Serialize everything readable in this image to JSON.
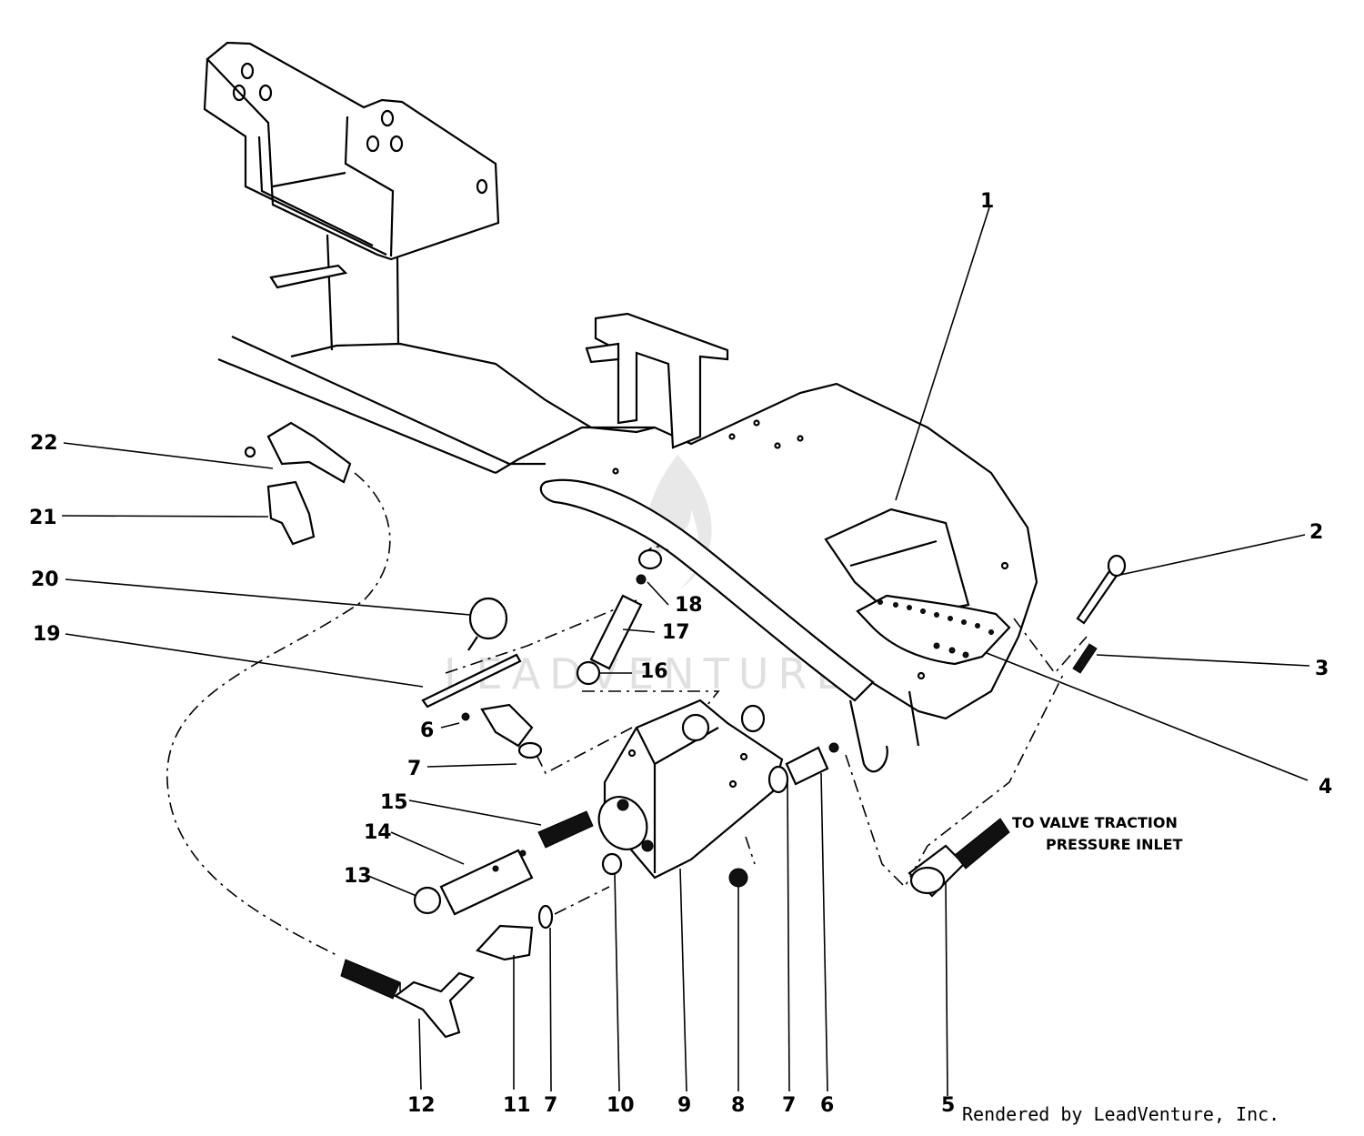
{
  "callouts": {
    "c1": "1",
    "c2": "2",
    "c3": "3",
    "c4": "4",
    "c5": "5",
    "c6a": "6",
    "c6b": "6",
    "c7a": "7",
    "c7b": "7",
    "c7c": "7",
    "c8": "8",
    "c9": "9",
    "c10": "10",
    "c11": "11",
    "c12": "12",
    "c13": "13",
    "c14": "14",
    "c15": "15",
    "c16": "16",
    "c17": "17",
    "c18": "18",
    "c19": "19",
    "c20": "20",
    "c21": "21",
    "c22": "22"
  },
  "note": {
    "line1": "TO VALVE TRACTION",
    "line2": "PRESSURE INLET"
  },
  "watermark": "LEADVENTURE",
  "credit": "Rendered by LeadVenture, Inc."
}
